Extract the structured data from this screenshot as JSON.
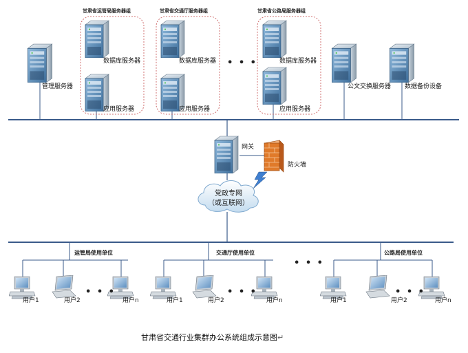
{
  "groups": {
    "yunguan": "甘肃省运管局服务器组",
    "jiaotongting": "甘肃省交通厅服务器组",
    "gonglu": "甘肃省公路局服务器组"
  },
  "servers": {
    "management": "管理服务器",
    "database": "数据库服务器",
    "application": "应用服务器",
    "document_exchange": "公文交换服务器",
    "backup": "数据备份设备"
  },
  "gateway": "网关",
  "firewall": "防火墙",
  "cloud": {
    "line1": "党政专网",
    "line2": "（或互联网）"
  },
  "units": {
    "yunguan": "运管局使用单位",
    "jiaotongting": "交通厅使用单位",
    "gonglu": "公路局使用单位"
  },
  "users": {
    "user1": "用户1",
    "user2": "用户2",
    "usern": "用户n"
  },
  "ellipsis": "• • •",
  "caption": "甘肃省交通行业集群办公系统组成示意图",
  "caption_mark": "↵",
  "colors": {
    "bus_line": "#3a5a8a",
    "server_front": "#4f86b8",
    "firewall": "#e07a2a",
    "group_border": "#d07070"
  }
}
